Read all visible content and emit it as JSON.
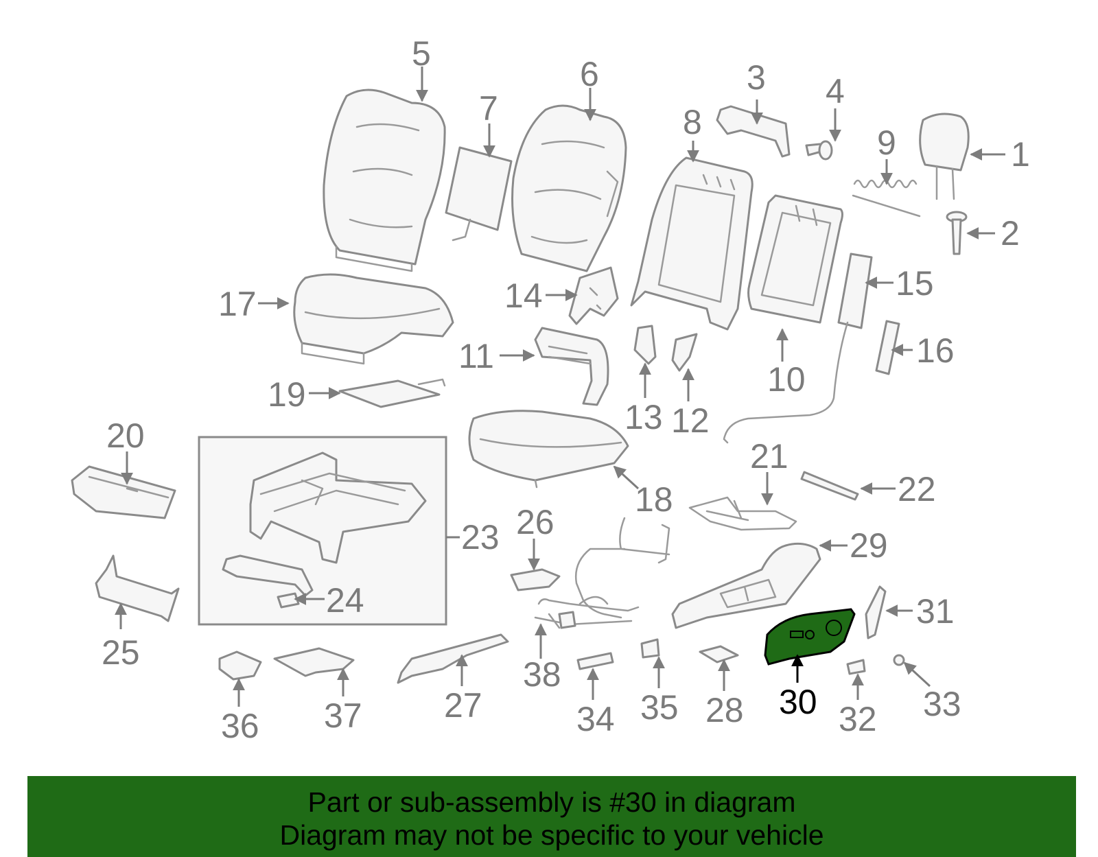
{
  "banner": {
    "line1": "Part or sub-assembly is #30 in diagram",
    "line2": "Diagram may not be specific to your vehicle"
  },
  "highlight": {
    "part_number": "30",
    "color": "#1f6b16"
  },
  "callouts": {
    "c1": "1",
    "c2": "2",
    "c3": "3",
    "c4": "4",
    "c5": "5",
    "c6": "6",
    "c7": "7",
    "c8": "8",
    "c9": "9",
    "c10": "10",
    "c11": "11",
    "c12": "12",
    "c13": "13",
    "c14": "14",
    "c15": "15",
    "c16": "16",
    "c17": "17",
    "c18": "18",
    "c19": "19",
    "c20": "20",
    "c21": "21",
    "c22": "22",
    "c23": "23",
    "c24": "24",
    "c25": "25",
    "c26": "26",
    "c27": "27",
    "c28": "28",
    "c29": "29",
    "c30": "30",
    "c31": "31",
    "c32": "32",
    "c33": "33",
    "c34": "34",
    "c35": "35",
    "c36": "36",
    "c37": "37",
    "c38": "38"
  }
}
